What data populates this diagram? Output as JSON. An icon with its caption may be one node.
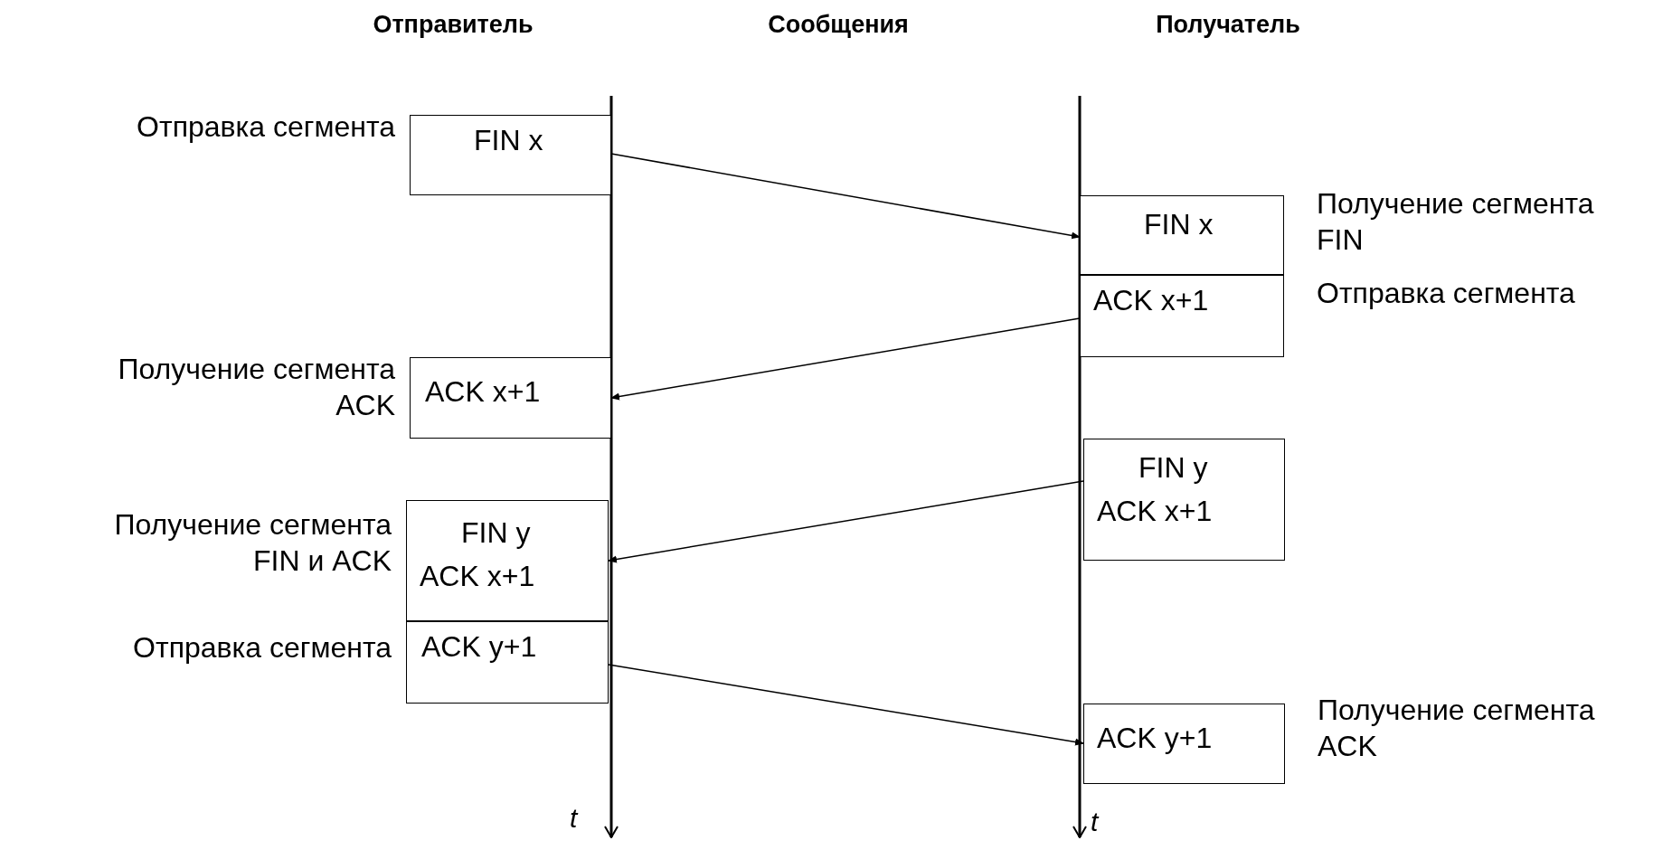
{
  "diagram": {
    "nodes": [
      {
        "text": [
          "FIN x"
        ],
        "beside": [
          "Отправка сегмента"
        ]
      },
      {
        "text": [
          "FIN x"
        ],
        "beside": [
          "Получение сегмента FIN"
        ]
      },
      {
        "text": [
          "ACK x+1"
        ],
        "beside": [
          "Отправка сегмента"
        ]
      },
      {
        "text": [
          "ACK x+1"
        ],
        "beside": [
          "Получение сегмента ACK"
        ]
      },
      {
        "text": [
          "FIN y",
          "ACK x+1"
        ]
      },
      {
        "text": [
          "FIN y",
          "ACK x+1"
        ],
        "beside": [
          "Получение сегмента FIN и ACK"
        ]
      },
      {
        "text": [
          "ACK y+1"
        ],
        "beside": [
          "Отправка сегмента"
        ]
      },
      {
        "text": [
          "ACK y+1"
        ],
        "beside": [
          "Получение сегмента ACK"
        ]
      }
    ],
    "edges": [
      {
        "from": 0,
        "to": 1,
        "arrow": "to"
      },
      {
        "from": 2,
        "to": 3,
        "arrow": "to"
      },
      {
        "from": 4,
        "to": 5,
        "arrow": "to"
      },
      {
        "from": 6,
        "to": 7,
        "arrow": "to"
      }
    ],
    "labels": [
      "Отправитель",
      "Сообщения",
      "Получатель",
      "t",
      "t"
    ]
  }
}
